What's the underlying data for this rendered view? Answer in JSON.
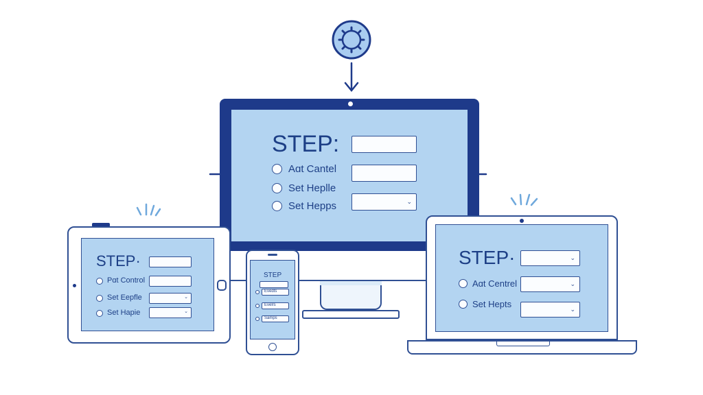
{
  "colors": {
    "navy": "#1e3a8a",
    "outline": "#2f4f93",
    "screen": "#b3d4f1",
    "field": "#fbfdff",
    "text": "#1d3f86",
    "spark": "#6fa8dc"
  },
  "icons": {
    "top": "gear-icon",
    "arrows": [
      "arrow-down-icon",
      "arrow-right-icon",
      "arrow-left-icon"
    ]
  },
  "monitor": {
    "title": "STEP:",
    "options": [
      "Aɑt Cantel",
      "Set Heplle",
      "Set Hepps"
    ]
  },
  "tablet": {
    "title": "STEP·",
    "options": [
      "Pɑt Control",
      "Set Eepfle",
      "Set Hapie"
    ]
  },
  "phone": {
    "title": "STEP",
    "options": [
      "Eveɑts",
      "Evelrs",
      "Samps"
    ]
  },
  "laptop": {
    "title": "STEP·",
    "options": [
      "Aɑt Centrel",
      "Set Hepts"
    ]
  }
}
